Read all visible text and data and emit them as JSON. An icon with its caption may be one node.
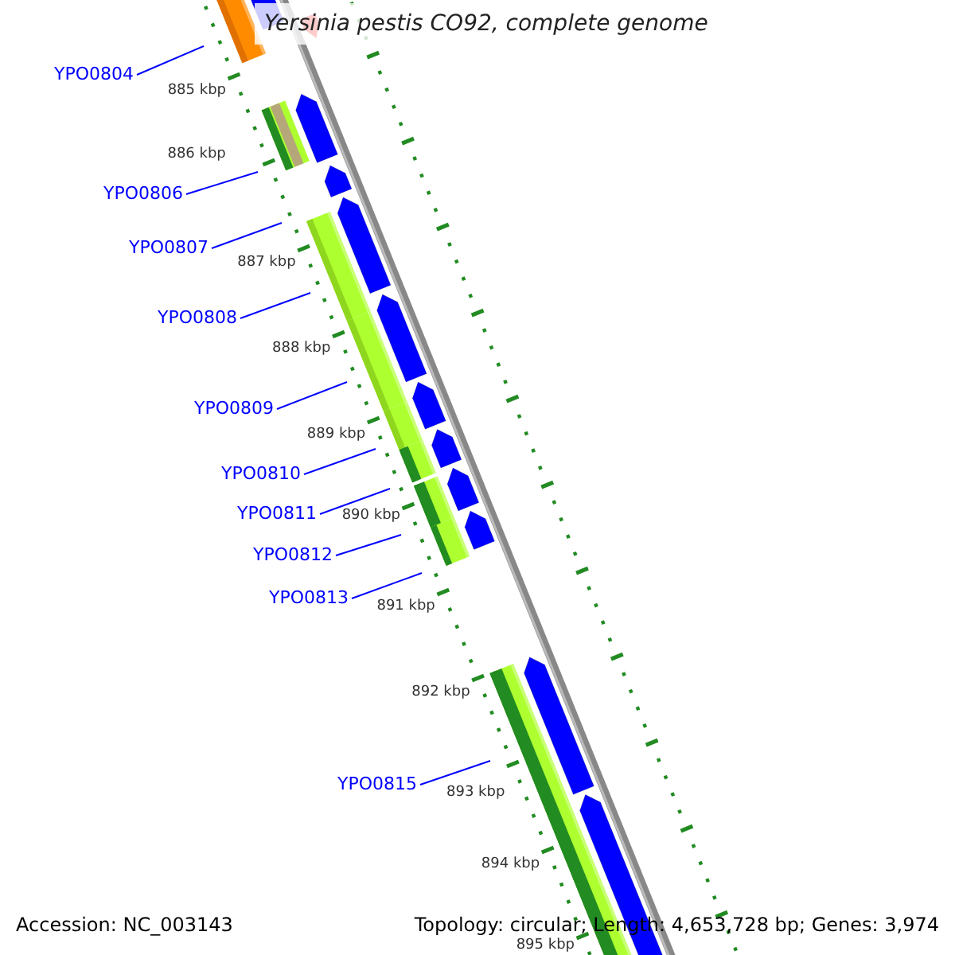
{
  "diagram": {
    "title": "Yersinia pestis CO92, complete genome",
    "nodes": [
      {
        "text": [
          "YPO0804"
        ]
      },
      {
        "text": [
          "YPO0806"
        ]
      },
      {
        "text": [
          "YPO0807"
        ]
      },
      {
        "text": [
          "YPO0808"
        ]
      },
      {
        "text": [
          "YPO0809"
        ]
      },
      {
        "text": [
          "YPO0810"
        ]
      },
      {
        "text": [
          "YPO0811"
        ]
      },
      {
        "text": [
          "YPO0812"
        ]
      },
      {
        "text": [
          "YPO0813"
        ]
      },
      {
        "text": [
          "YPO0815"
        ]
      }
    ],
    "edges": [
      {
        "from": 0,
        "to": null,
        "arrow": "none"
      },
      {
        "from": 1,
        "to": null,
        "arrow": "none"
      },
      {
        "from": 2,
        "to": null,
        "arrow": "none"
      },
      {
        "from": 3,
        "to": null,
        "arrow": "none"
      },
      {
        "from": 4,
        "to": null,
        "arrow": "none"
      },
      {
        "from": 5,
        "to": null,
        "arrow": "none"
      },
      {
        "from": 6,
        "to": null,
        "arrow": "none"
      },
      {
        "from": 7,
        "to": null,
        "arrow": "none"
      },
      {
        "from": 8,
        "to": null,
        "arrow": "none"
      },
      {
        "from": 9,
        "to": null,
        "arrow": "none"
      }
    ],
    "labels": [
      "885 kbp",
      "886 kbp",
      "887 kbp",
      "888 kbp",
      "889 kbp",
      "890 kbp",
      "891 kbp",
      "892 kbp",
      "893 kbp",
      "894 kbp",
      "895 kbp",
      "Accession: NC_003143",
      "Topology: circular; Length: 4,653,728 bp; Genes: 3,974"
    ]
  }
}
